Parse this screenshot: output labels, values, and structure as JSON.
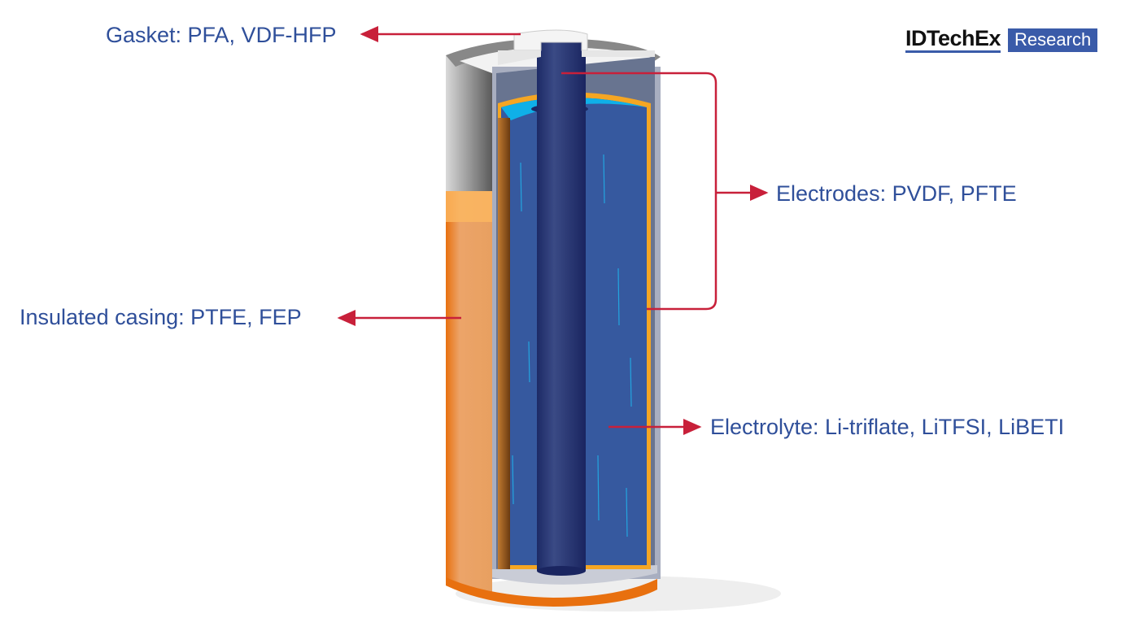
{
  "labels": {
    "gasket": "Gasket: PFA, VDF-HFP",
    "electrodes": "Electrodes: PVDF, PFTE",
    "casing": "Insulated casing: PTFE, FEP",
    "electrolyte": "Electrolyte: Li-triflate, LiTFSI, LiBETI"
  },
  "logo": {
    "main": "IDTechEx",
    "box": "Research"
  },
  "colors": {
    "text": "#2f4f9a",
    "arrow": "#c8203a",
    "brand": "#3a5ba9"
  }
}
